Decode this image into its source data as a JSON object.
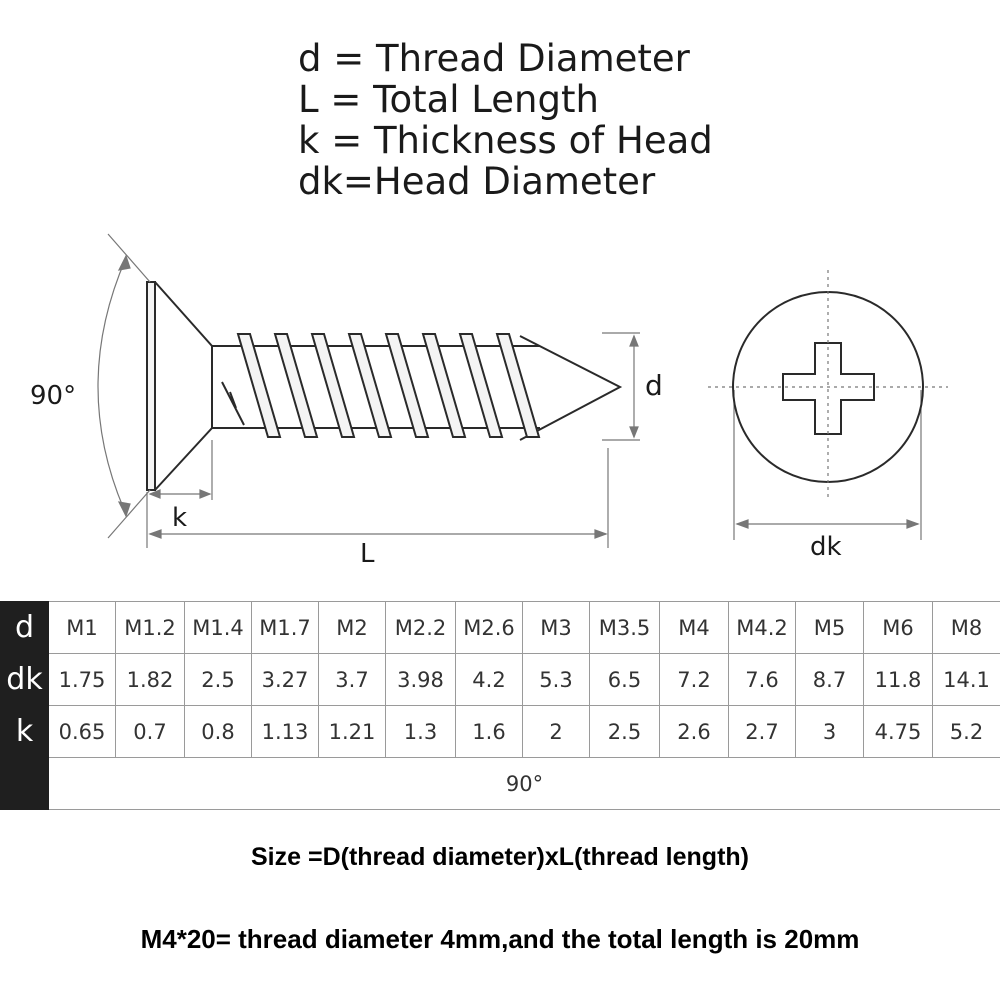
{
  "legend": [
    "d = Thread Diameter",
    "L = Total Length",
    "k = Thickness of Head",
    "dk=Head Diameter"
  ],
  "diagram_labels": {
    "angle": "90°",
    "d": "d",
    "k": "k",
    "L": "L",
    "dk": "dk"
  },
  "table": {
    "row_headers": [
      "d",
      "dk",
      "k"
    ],
    "d": [
      "M1",
      "M1.2",
      "M1.4",
      "M1.7",
      "M2",
      "M2.2",
      "M2.6",
      "M3",
      "M3.5",
      "M4",
      "M4.2",
      "M5",
      "M6",
      "M8"
    ],
    "dk": [
      "1.75",
      "1.82",
      "2.5",
      "3.27",
      "3.7",
      "3.98",
      "4.2",
      "5.3",
      "6.5",
      "7.2",
      "7.6",
      "8.7",
      "11.8",
      "14.1"
    ],
    "k": [
      "0.65",
      "0.7",
      "0.8",
      "1.13",
      "1.21",
      "1.3",
      "1.6",
      "2",
      "2.5",
      "2.6",
      "2.7",
      "3",
      "4.75",
      "5.2"
    ],
    "angle_row": "90°"
  },
  "notes": {
    "size": "Size =D(thread diameter)xL(thread length)",
    "example": "M4*20= thread diameter 4mm,and the total length is 20mm"
  }
}
